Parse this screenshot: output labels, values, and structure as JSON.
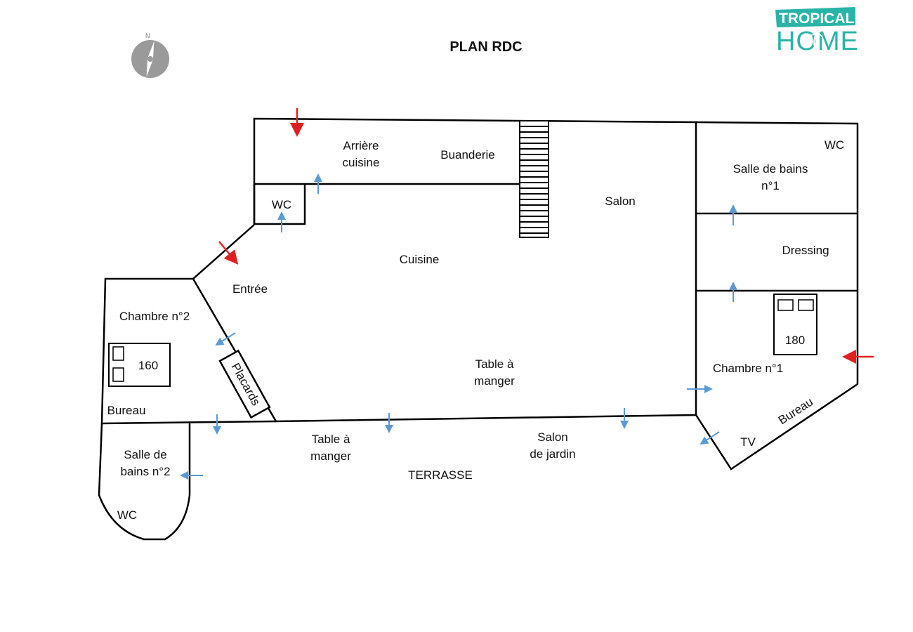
{
  "title": "PLAN RDC",
  "logo": {
    "line1": "TROPICAL",
    "line2": "HOME",
    "color": "#2ab4a8"
  },
  "compass": {
    "label": "N",
    "color": "#9a9a9a"
  },
  "colors": {
    "entrance_arrow": "#e02020",
    "door_arrow": "#5b9bd5",
    "wall": "#000000"
  },
  "rooms": {
    "arriere_cuisine_1": "Arrière",
    "arriere_cuisine_2": "cuisine",
    "buanderie": "Buanderie",
    "wc_top_left": "WC",
    "wc_top_right": "WC",
    "salle_bains_1_line1": "Salle de bains",
    "salle_bains_1_line2": "n°1",
    "salon": "Salon",
    "dressing": "Dressing",
    "cuisine": "Cuisine",
    "entree": "Entrée",
    "chambre_2": "Chambre n°2",
    "bed_2": "160",
    "bureau_left": "Bureau",
    "placards": "Placards",
    "table_manger_in_1": "Table à",
    "table_manger_in_2": "manger",
    "bed_1": "180",
    "chambre_1": "Chambre n°1",
    "bureau_right": "Bureau",
    "tv": "TV",
    "salle_bains_2_line1": "Salle de",
    "salle_bains_2_line2": "bains n°2",
    "wc_bottom_left": "WC",
    "table_manger_out_1": "Table à",
    "table_manger_out_2": "manger",
    "salon_jardin_1": "Salon",
    "salon_jardin_2": "de jardin",
    "terrasse": "TERRASSE"
  }
}
